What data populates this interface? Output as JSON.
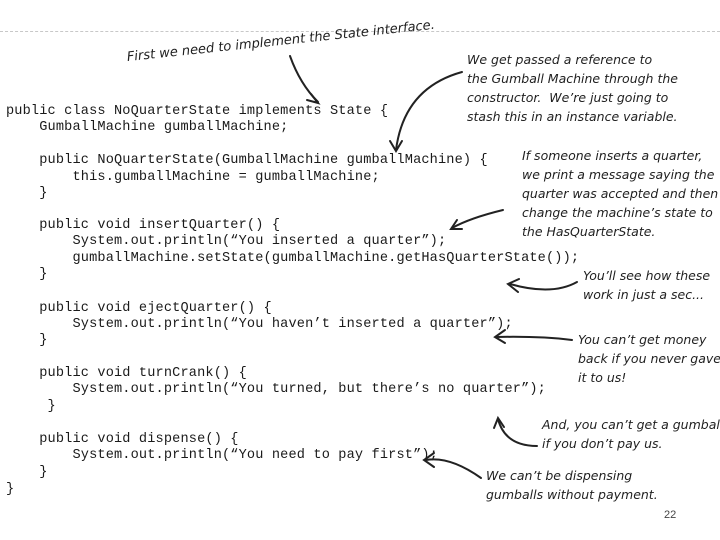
{
  "code_lines": [
    "public class NoQuarterState implements State {",
    "    GumballMachine gumballMachine;",
    "",
    "    public NoQuarterState(GumballMachine gumballMachine) {",
    "        this.gumballMachine = gumballMachine;",
    "    }",
    "",
    "    public void insertQuarter() {",
    "        System.out.println(“You inserted a quarter”);",
    "        gumballMachine.setState(gumballMachine.getHasQuarterState());",
    "    }",
    "",
    "    public void ejectQuarter() {",
    "        System.out.println(“You haven’t inserted a quarter”);",
    "    }",
    "",
    "    public void turnCrank() {",
    "        System.out.println(“You turned, but there’s no quarter”);",
    "     }",
    "",
    "    public void dispense() {",
    "        System.out.println(“You need to pay first”);",
    "    }",
    "}"
  ],
  "notes": {
    "state_interface": "First we need to implement the State interface.",
    "constructor": "We get passed a reference to\nthe Gumball Machine through the\nconstructor.  We’re just going to\nstash this in an instance variable.",
    "insert_quarter": "If someone inserts a quarter,\nwe print a message saying the\nquarter was accepted and then\nchange the machine’s state to\nthe HasQuarterState.",
    "see_how": "You’ll see how these\nwork in just a sec...",
    "eject": "You can’t get money\nback if you never gave\nit to us!",
    "crank": "And, you can’t get a gumball\nif you don’t pay us.",
    "dispense": "We can’t be dispensing\ngumballs without payment."
  },
  "slide_number": "22"
}
